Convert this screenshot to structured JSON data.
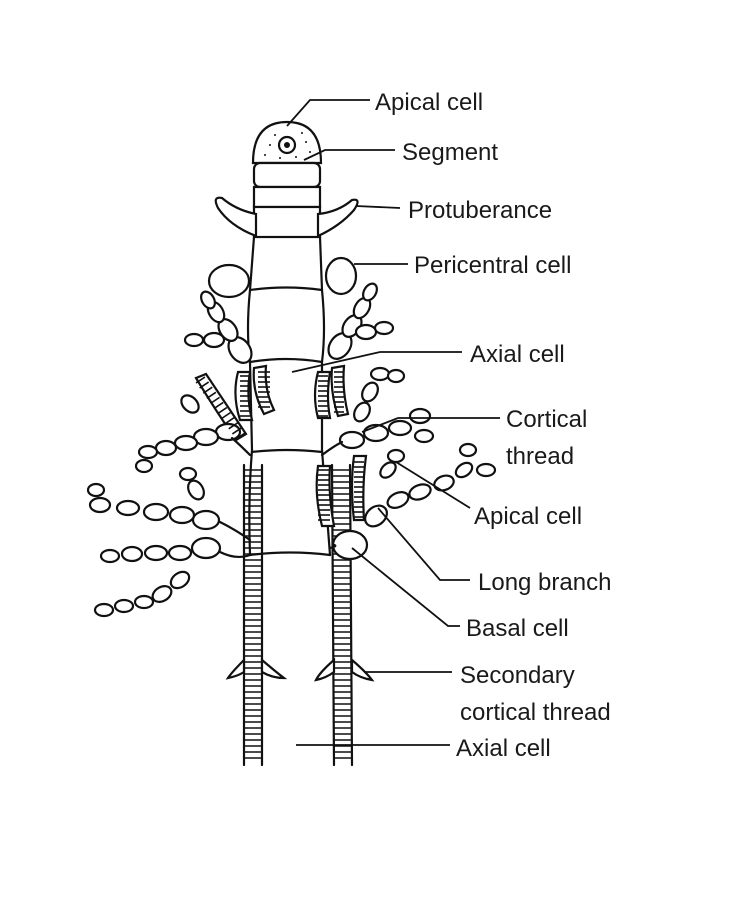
{
  "labels": {
    "apical_cell_top": "Apical cell",
    "segment": "Segment",
    "protuberance": "Protuberance",
    "pericentral_cell": "Pericentral cell",
    "axial_cell_upper": "Axial cell",
    "cortical_thread_line1": "Cortical",
    "cortical_thread_line2": "thread",
    "apical_cell_branch": "Apical cell",
    "long_branch": "Long branch",
    "basal_cell": "Basal cell",
    "secondary_cortical_line1": "Secondary",
    "secondary_cortical_line2": "cortical thread",
    "axial_cell_lower": "Axial cell"
  }
}
